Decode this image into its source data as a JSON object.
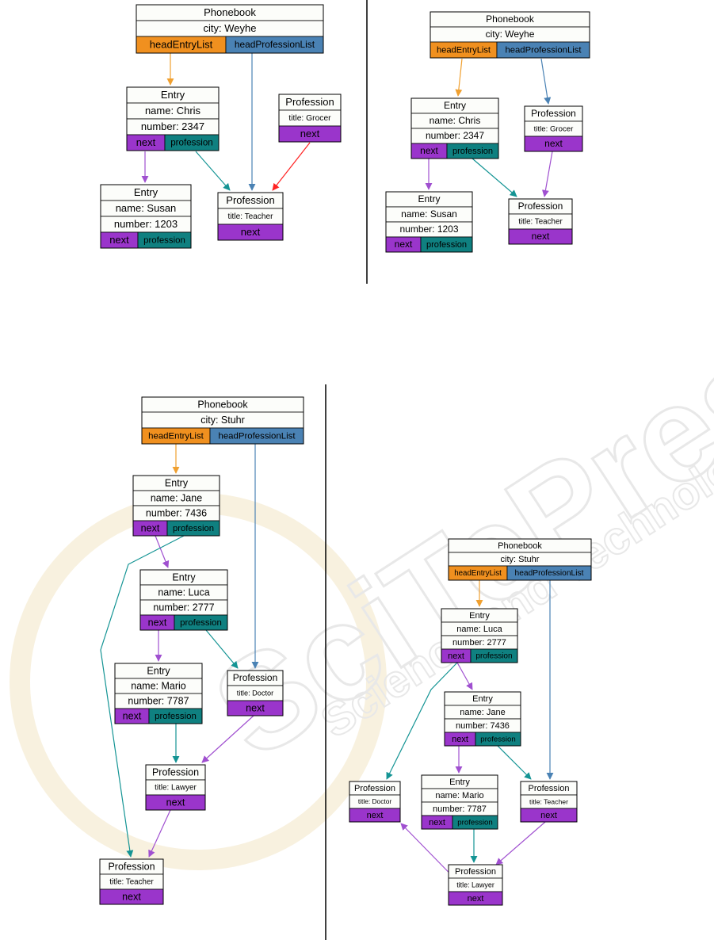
{
  "colors": {
    "white": "#fcfdfa",
    "orange": "#f0901f",
    "blue": "#4a82b4",
    "purple": "#9a35cb",
    "teal": "#0f8080",
    "red": "#e02020",
    "line_orange": "#f0a030",
    "line_blue": "#4a82b4",
    "line_purple": "#a050d0",
    "line_teal": "#149494",
    "line_red": "#ff2222"
  },
  "watermark": {
    "big_text": "SciTePress",
    "small_text": "Science and Technology Publications",
    "colors": [
      "#e8e8e8",
      "#f3e6c4"
    ]
  },
  "panels": [
    {
      "id": "p1",
      "nodes": [
        {
          "id": "pb",
          "rows": [
            [
              "Phonebook"
            ],
            [
              "city: Weyhe"
            ],
            [
              "headEntryList",
              "headProfessionList"
            ]
          ]
        },
        {
          "id": "e1",
          "rows": [
            [
              "Entry"
            ],
            [
              "name: Chris"
            ],
            [
              "number: 2347"
            ],
            [
              "next",
              "profession"
            ]
          ]
        },
        {
          "id": "e2",
          "rows": [
            [
              "Entry"
            ],
            [
              "name: Susan"
            ],
            [
              "number: 1203"
            ],
            [
              "next",
              "profession"
            ]
          ]
        },
        {
          "id": "pr1",
          "rows": [
            [
              "Profession"
            ],
            [
              "title: Grocer"
            ],
            [
              "next"
            ]
          ]
        },
        {
          "id": "pr2",
          "rows": [
            [
              "Profession"
            ],
            [
              "title: Teacher"
            ],
            [
              "next"
            ]
          ]
        }
      ]
    },
    {
      "id": "p2",
      "nodes": [
        {
          "id": "pb",
          "rows": [
            [
              "Phonebook"
            ],
            [
              "city: Weyhe"
            ],
            [
              "headEntryList",
              "headProfessionList"
            ]
          ]
        },
        {
          "id": "e1",
          "rows": [
            [
              "Entry"
            ],
            [
              "name: Chris"
            ],
            [
              "number: 2347"
            ],
            [
              "next",
              "profession"
            ]
          ]
        },
        {
          "id": "pr1",
          "rows": [
            [
              "Profession"
            ],
            [
              "title: Grocer"
            ],
            [
              "next"
            ]
          ]
        },
        {
          "id": "e2",
          "rows": [
            [
              "Entry"
            ],
            [
              "name: Susan"
            ],
            [
              "number: 1203"
            ],
            [
              "next",
              "profession"
            ]
          ]
        },
        {
          "id": "pr2",
          "rows": [
            [
              "Profession"
            ],
            [
              "title: Teacher"
            ],
            [
              "next"
            ]
          ]
        }
      ]
    },
    {
      "id": "p3",
      "nodes": [
        {
          "id": "pb",
          "rows": [
            [
              "Phonebook"
            ],
            [
              "city: Stuhr"
            ],
            [
              "headEntryList",
              "headProfessionList"
            ]
          ]
        },
        {
          "id": "e1",
          "rows": [
            [
              "Entry"
            ],
            [
              "name: Jane"
            ],
            [
              "number: 7436"
            ],
            [
              "next",
              "profession"
            ]
          ]
        },
        {
          "id": "e2",
          "rows": [
            [
              "Entry"
            ],
            [
              "name: Luca"
            ],
            [
              "number: 2777"
            ],
            [
              "next",
              "profession"
            ]
          ]
        },
        {
          "id": "e3",
          "rows": [
            [
              "Entry"
            ],
            [
              "name: Mario"
            ],
            [
              "number: 7787"
            ],
            [
              "next",
              "profession"
            ]
          ]
        },
        {
          "id": "pr1",
          "rows": [
            [
              "Profession"
            ],
            [
              "title: Doctor"
            ],
            [
              "next"
            ]
          ]
        },
        {
          "id": "pr2",
          "rows": [
            [
              "Profession"
            ],
            [
              "title: Lawyer"
            ],
            [
              "next"
            ]
          ]
        },
        {
          "id": "pr3",
          "rows": [
            [
              "Profession"
            ],
            [
              "title: Teacher"
            ],
            [
              "next"
            ]
          ]
        }
      ]
    },
    {
      "id": "p4",
      "nodes": [
        {
          "id": "pb",
          "rows": [
            [
              "Phonebook"
            ],
            [
              "city: Stuhr"
            ],
            [
              "headEntryList",
              "headProfessionList"
            ]
          ]
        },
        {
          "id": "e1",
          "rows": [
            [
              "Entry"
            ],
            [
              "name: Luca"
            ],
            [
              "number: 2777"
            ],
            [
              "next",
              "profession"
            ]
          ]
        },
        {
          "id": "e2",
          "rows": [
            [
              "Entry"
            ],
            [
              "name: Jane"
            ],
            [
              "number: 7436"
            ],
            [
              "next",
              "profession"
            ]
          ]
        },
        {
          "id": "pr1",
          "rows": [
            [
              "Profession"
            ],
            [
              "title: Doctor"
            ],
            [
              "next"
            ]
          ]
        },
        {
          "id": "e3",
          "rows": [
            [
              "Entry"
            ],
            [
              "name: Mario"
            ],
            [
              "number: 7787"
            ],
            [
              "next",
              "profession"
            ]
          ]
        },
        {
          "id": "pr2",
          "rows": [
            [
              "Profession"
            ],
            [
              "title: Teacher"
            ],
            [
              "next"
            ]
          ]
        },
        {
          "id": "pr3",
          "rows": [
            [
              "Profession"
            ],
            [
              "title: Lawyer"
            ],
            [
              "next"
            ]
          ]
        }
      ]
    }
  ]
}
